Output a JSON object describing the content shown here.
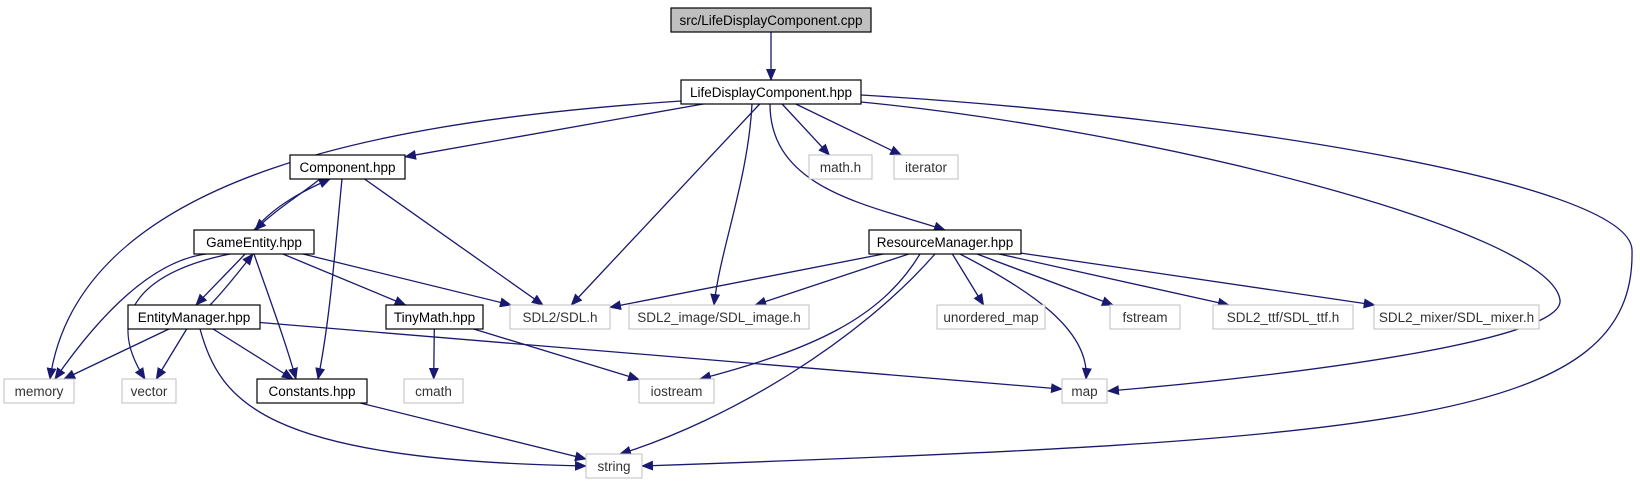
{
  "nodes": [
    {
      "id": "root",
      "label": "src/LifeDisplayComponent.cpp",
      "style": "root"
    },
    {
      "id": "ldchpp",
      "label": "LifeDisplayComponent.hpp",
      "style": "local"
    },
    {
      "id": "comp",
      "label": "Component.hpp",
      "style": "local"
    },
    {
      "id": "mathh",
      "label": "math.h",
      "style": "system"
    },
    {
      "id": "iter",
      "label": "iterator",
      "style": "system"
    },
    {
      "id": "ge",
      "label": "GameEntity.hpp",
      "style": "local"
    },
    {
      "id": "rm",
      "label": "ResourceManager.hpp",
      "style": "local"
    },
    {
      "id": "em",
      "label": "EntityManager.hpp",
      "style": "local"
    },
    {
      "id": "tm",
      "label": "TinyMath.hpp",
      "style": "local"
    },
    {
      "id": "sdl",
      "label": "SDL2/SDL.h",
      "style": "system"
    },
    {
      "id": "sdlimg",
      "label": "SDL2_image/SDL_image.h",
      "style": "system"
    },
    {
      "id": "umap",
      "label": "unordered_map",
      "style": "system"
    },
    {
      "id": "fstream",
      "label": "fstream",
      "style": "system"
    },
    {
      "id": "ttf",
      "label": "SDL2_ttf/SDL_ttf.h",
      "style": "system"
    },
    {
      "id": "mixer",
      "label": "SDL2_mixer/SDL_mixer.h",
      "style": "system"
    },
    {
      "id": "memory",
      "label": "memory",
      "style": "system"
    },
    {
      "id": "vector",
      "label": "vector",
      "style": "system"
    },
    {
      "id": "const",
      "label": "Constants.hpp",
      "style": "local"
    },
    {
      "id": "cmath",
      "label": "cmath",
      "style": "system"
    },
    {
      "id": "iostream",
      "label": "iostream",
      "style": "system"
    },
    {
      "id": "map",
      "label": "map",
      "style": "system"
    },
    {
      "id": "string",
      "label": "string",
      "style": "system"
    }
  ],
  "edges": [
    [
      "root",
      "ldchpp"
    ],
    [
      "ldchpp",
      "memory"
    ],
    [
      "ldchpp",
      "comp"
    ],
    [
      "ldchpp",
      "sdl"
    ],
    [
      "ldchpp",
      "sdlimg"
    ],
    [
      "ldchpp",
      "rm"
    ],
    [
      "ldchpp",
      "mathh"
    ],
    [
      "ldchpp",
      "iter"
    ],
    [
      "ldchpp",
      "map"
    ],
    [
      "ldchpp",
      "string"
    ],
    [
      "comp",
      "ge"
    ],
    [
      "comp",
      "sdl"
    ],
    [
      "comp",
      "const"
    ],
    [
      "ge",
      "comp"
    ],
    [
      "ge",
      "em"
    ],
    [
      "ge",
      "tm"
    ],
    [
      "ge",
      "sdl"
    ],
    [
      "ge",
      "const"
    ],
    [
      "ge",
      "memory"
    ],
    [
      "ge",
      "vector"
    ],
    [
      "em",
      "ge"
    ],
    [
      "em",
      "memory"
    ],
    [
      "em",
      "vector"
    ],
    [
      "em",
      "const"
    ],
    [
      "em",
      "map"
    ],
    [
      "em",
      "string"
    ],
    [
      "tm",
      "cmath"
    ],
    [
      "tm",
      "iostream"
    ],
    [
      "rm",
      "sdl"
    ],
    [
      "rm",
      "sdlimg"
    ],
    [
      "rm",
      "umap"
    ],
    [
      "rm",
      "fstream"
    ],
    [
      "rm",
      "ttf"
    ],
    [
      "rm",
      "mixer"
    ],
    [
      "rm",
      "map"
    ],
    [
      "rm",
      "iostream"
    ],
    [
      "rm",
      "string"
    ],
    [
      "const",
      "string"
    ]
  ],
  "colors": {
    "edge": "#191970",
    "local_border": "#000000",
    "system_border": "#bfbfbf",
    "root_fill": "#bfbfbf",
    "node_fill": "#ffffff"
  }
}
